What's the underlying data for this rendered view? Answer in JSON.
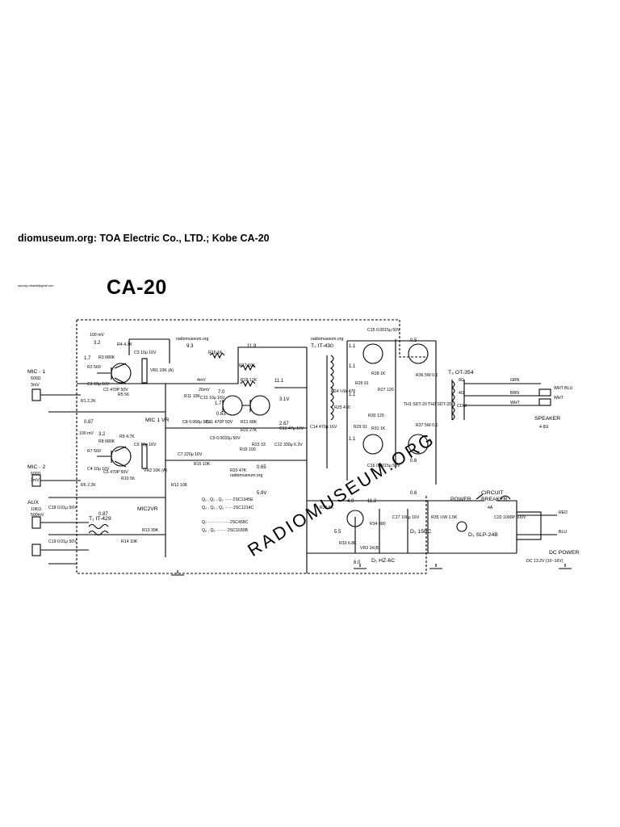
{
  "header": "diomuseum.org: TOA Electric Co., LTD.;  Kobe CA-20",
  "tiny_text": "eprodrjo-vlhaildt@gmail.com",
  "model": "CA-20",
  "watermark": "RADIOMUSEUM.ORG",
  "site_labels": [
    "radiomuseum.org",
    "radiomuseum.org",
    "radiomuseum.org"
  ],
  "inputs": {
    "mic1": [
      "MIC - 1",
      "600Ω",
      "3mV"
    ],
    "mic2": [
      "MIC - 2",
      "600Ω",
      "3mV"
    ],
    "aux": [
      "AUX",
      "10KΩ",
      "500mV"
    ]
  },
  "controls": {
    "mic1_vr": "MIC 1 VR",
    "mic2_vr": "MIC2VR"
  },
  "transformers": {
    "t1": "T₁ IT-429",
    "t2": "T₂ IT-430",
    "t3": "T₃ OT-354"
  },
  "components": {
    "r1": "R1 2.2K",
    "r2": "R2 560",
    "r3": "R3 680K",
    "r4": "R4 4.7K",
    "r5": "R5 56",
    "c1": "C1 10μ 16V",
    "c2": "C2 470P 50V",
    "c3": "C3 10μ 16V",
    "vr1": "VR1 10K (A)",
    "r6": "R6 2.2K",
    "r7": "R7 560",
    "r8": "R8 680K",
    "r9": "R9 4.7K",
    "r10": "R10 56",
    "c4": "C4 10μ 16V",
    "c5": "C5 470P 50V",
    "c6": "C6 10μ 16V",
    "vr2": "VR2 10K (A)",
    "r11": "R11 10K",
    "r12": "R12 10K",
    "r13": "R13 39K",
    "r14": "R14 10K",
    "r15": "R15 10K",
    "r16": "R16 1K",
    "r17": "R17 10K",
    "r18": "R18 12K",
    "r19": "R19 100",
    "r20": "R20 47K",
    "r21": "R21 68K",
    "r22": "R22 27K",
    "r23": "R23 33",
    "c7": "C7 220μ 16V",
    "c8": "C8 0.068μ 50V",
    "c9": "C9 0.0033μ 50V",
    "c10": "C10 10μ 16V",
    "c11": "C11 470P 50V",
    "c12": "C12 330μ 6.3V",
    "c13": "C13 47μ 16V",
    "c14": "C14 470μ 16V",
    "c15": "C15 0.0015μ 50V",
    "c16": "C16 0.0015μ 50V",
    "r24": "R24 ½W 470",
    "r25": "R25 470",
    "r26": "R26 91",
    "r27": "R27 120",
    "r28": "R28 1K",
    "r29": "R29 91",
    "r30": "R30 120",
    "r31": "R31 1K",
    "r32": "R32 56",
    "r33": "R33 6.8K",
    "r34": "R34 680",
    "r35": "R35 ½W 1.5K",
    "r36": "R36 5W 0.1",
    "r37": "R37 5W 0.1",
    "th": "TH1 SDT-20 TH2 SDT-20",
    "c17": "C17 100μ 16V",
    "c18": "C18 0.01μ 50V",
    "c19": "C19 0.01μ 50V",
    "c20": "C20 1000P 500V",
    "vr3": "VR3 1K(B)",
    "d1": "D₁ HZ-6C",
    "d2": "D₂ 15BC",
    "d3": "D₃ SLP-24B"
  },
  "voltages": [
    "3.2",
    "1.7",
    "0.87",
    "3.2",
    "0.87",
    "9.3",
    "11.9",
    "7.0",
    "1.7",
    "0.63",
    "11.1",
    "3.1V",
    "2.67",
    "0.65",
    "5.9V",
    "1.1",
    "1.1",
    "0.5",
    "0.6",
    "1.1",
    "1.1",
    "0.6",
    "4.9",
    "11.2",
    "5.5",
    "6.0"
  ],
  "transistors": {
    "line1": "Q₁ , Q₂ , Q₃ ······2SC1345E",
    "line2": "Q₄ , Q₅ , Q₆ ······2SC1214C",
    "line3": "Q₇ ················2SC458C",
    "line4": "Q₈ , Q₉ ········2SC1030B"
  },
  "speaker": {
    "taps": [
      "8Ω",
      "4Ω",
      "COM"
    ],
    "wires": [
      "GRN",
      "BRN",
      "WHT"
    ],
    "plugs": [
      "WHT BLU",
      "WHT"
    ],
    "label": [
      "SPEAKER",
      "4·8Ω"
    ]
  },
  "power": {
    "switch": "POWER",
    "breaker": [
      "CIRCUIT",
      "BREAKER",
      "4A"
    ],
    "wires": [
      "RED",
      "BLU"
    ],
    "label": [
      "DC POWER",
      "DC 13.2V (10~16V)"
    ]
  },
  "mv_notes": [
    "100 mV",
    "100 mV",
    "4mV",
    "26mV"
  ]
}
